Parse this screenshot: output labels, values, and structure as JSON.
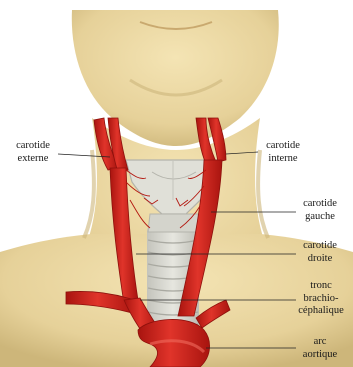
{
  "labels": {
    "carotide_externe": [
      "carotide",
      "externe"
    ],
    "carotide_interne": [
      "carotide",
      "interne"
    ],
    "carotide_gauche": [
      "carotide",
      "gauche"
    ],
    "carotide_droite": [
      "carotide",
      "droite"
    ],
    "tronc_brachio": [
      "tronc",
      "brachio-",
      "céphalique"
    ],
    "arc_aortique": [
      "arc",
      "aortique"
    ]
  },
  "colors": {
    "skin": "#ecd9a4",
    "skin_shadow": "#d4bf82",
    "artery": "#d7231c",
    "artery_dark": "#a8140f",
    "trachea": "#d9d9d2",
    "cartilage": "#b9b9b2"
  }
}
